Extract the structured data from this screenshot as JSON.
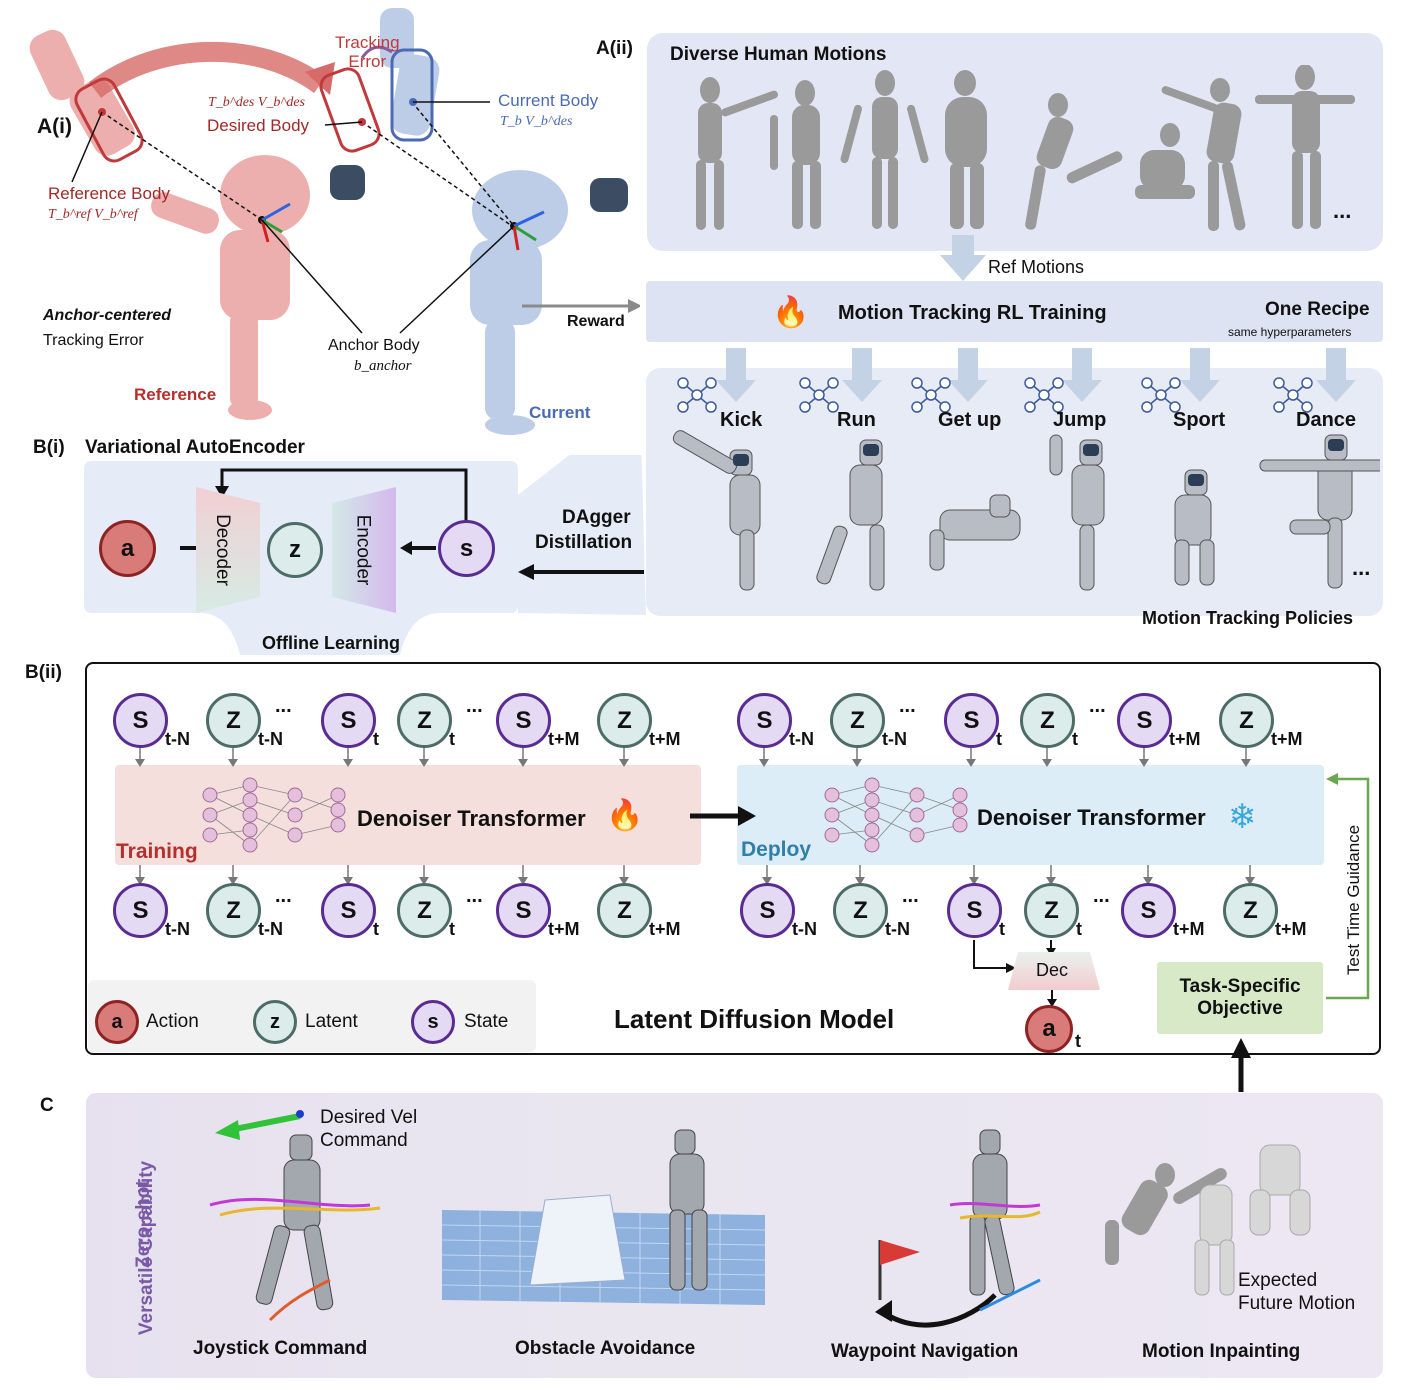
{
  "section_labels": {
    "ai": "A(i)",
    "aii": "A(ii)",
    "bi": "B(i)",
    "bii": "B(ii)",
    "c": "C"
  },
  "panel_ai": {
    "tracking_error": "Tracking\nError",
    "desired_sym": "T_b^des V_b^des",
    "desired_body": "Desired Body",
    "current_body": "Current Body",
    "current_sym": "T_b V_b^des",
    "reference_body": "Reference Body",
    "reference_sym": "T_b^ref V_b^ref",
    "anchor_centered": "Anchor-centered",
    "tracking_error_label": "Tracking Error",
    "anchor_body": "Anchor Body",
    "anchor_sym": "b_anchor",
    "reference": "Reference",
    "current": "Current",
    "reward": "Reward"
  },
  "panel_aii": {
    "diverse_title": "Diverse Human Motions",
    "ellipsis": "...",
    "ref_motions": "Ref Motions",
    "rl_training": "Motion Tracking RL Training",
    "one_recipe": "One Recipe",
    "same_hyper": "same hyperparameters",
    "skills": [
      "Kick",
      "Run",
      "Get up",
      "Jump",
      "Sport",
      "Dance"
    ],
    "policies": "Motion Tracking Policies"
  },
  "panel_bi": {
    "title": "Variational AutoEncoder",
    "decoder": "Decoder",
    "encoder": "Encoder",
    "a": "a",
    "z": "z",
    "s": "s",
    "dagger1": "DAgger",
    "dagger2": "Distillation",
    "offline": "Offline Learning"
  },
  "panel_bii": {
    "seq": [
      {
        "sym": "S",
        "kind": "s",
        "sub": "t-N"
      },
      {
        "sym": "Z",
        "kind": "z",
        "sub": "t-N"
      },
      {
        "sym": "S",
        "kind": "s",
        "sub": "t"
      },
      {
        "sym": "Z",
        "kind": "z",
        "sub": "t"
      },
      {
        "sym": "S",
        "kind": "s",
        "sub": "t+M"
      },
      {
        "sym": "Z",
        "kind": "z",
        "sub": "t+M"
      }
    ],
    "dots": "...",
    "denoiser": "Denoiser Transformer",
    "training": "Training",
    "deploy": "Deploy",
    "dec": "Dec",
    "a": "a",
    "a_sub": "t",
    "legend": [
      {
        "sym": "a",
        "kind": "a",
        "label": "Action"
      },
      {
        "sym": "z",
        "kind": "z",
        "label": "Latent"
      },
      {
        "sym": "s",
        "kind": "s",
        "label": "State"
      }
    ],
    "ldm": "Latent Diffusion Model",
    "task1": "Task-Specific",
    "task2": "Objective",
    "guidance": "Test Time Guidance"
  },
  "panel_c": {
    "zero_shot": "Zero-shot",
    "versatile": "Versatile Capability",
    "desired_vel1": "Desired Vel",
    "desired_vel2": "Command",
    "expected1": "Expected",
    "expected2": "Future Motion",
    "tasks": [
      "Joystick Command",
      "Obstacle Avoidance",
      "Waypoint Navigation",
      "Motion Inpainting"
    ]
  },
  "colors": {
    "reference_red": "#b5302d",
    "current_blue": "#4a6bb4",
    "training_red": "#b5302d",
    "deploy_blue": "#2f7fa8",
    "zero_shot_purple": "#7a5aa6",
    "guidance_green": "#6aa84f"
  }
}
